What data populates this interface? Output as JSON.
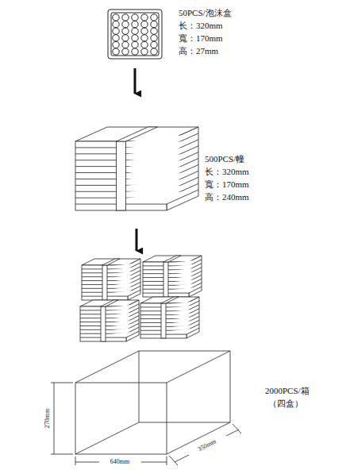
{
  "diagram": {
    "labels": [
      "50PCS/泡沫盒",
      "长：320mm",
      "寬：170mm",
      "高：27mm",
      "500PCS/幢",
      "长：320mm",
      "寬：170mm",
      "高：240mm",
      "2000PCS/箱",
      "（四盒）",
      "270mm",
      "640mm",
      "350mm"
    ]
  }
}
